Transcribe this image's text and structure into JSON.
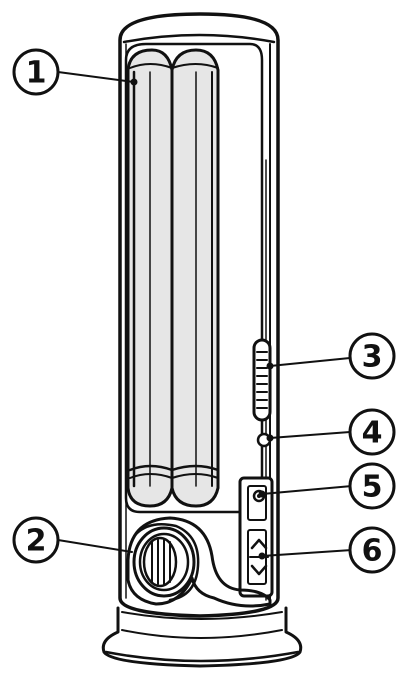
{
  "callouts": [
    {
      "id": "1",
      "label": "1"
    },
    {
      "id": "2",
      "label": "2"
    },
    {
      "id": "3",
      "label": "3"
    },
    {
      "id": "4",
      "label": "4"
    },
    {
      "id": "5",
      "label": "5"
    },
    {
      "id": "6",
      "label": "6"
    }
  ],
  "colors": {
    "line": "#111111",
    "background": "#ffffff",
    "tube_shade": "#e6e6e6"
  }
}
